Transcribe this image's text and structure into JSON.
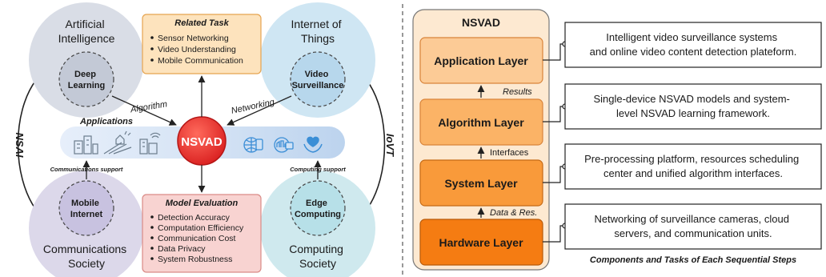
{
  "left": {
    "corners": [
      {
        "outer": [
          "Artificial",
          "Intelligence"
        ],
        "inner": [
          "Deep",
          "Learning"
        ]
      },
      {
        "outer": [
          "Internet of",
          "Things"
        ],
        "inner": [
          "Video",
          "Surveillance"
        ]
      },
      {
        "outer": [
          "Communications",
          "Society"
        ],
        "inner": [
          "Mobile",
          "Internet"
        ]
      },
      {
        "outer": [
          "Computing",
          "Society"
        ],
        "inner": [
          "Edge",
          "Computing"
        ]
      }
    ],
    "related_task": {
      "title": "Related Task",
      "items": [
        "Sensor Networking",
        "Video Understanding",
        "Mobile Communication"
      ]
    },
    "model_evaluation": {
      "title": "Model Evaluation",
      "items": [
        "Detection Accuracy",
        "Computation Efficiency",
        "Communication Cost",
        "Data Privacy",
        "System Robustness"
      ]
    },
    "center": "NSVAD",
    "applications": "Applications",
    "arrow_labels": {
      "algorithm": "Algorithm",
      "networking": "Networking",
      "communications_support": "Communications support",
      "computing_support": "Computing support"
    },
    "side_labels": {
      "left": "NSAI",
      "right": "IoVT"
    }
  },
  "right": {
    "stack_title": "NSVAD",
    "layers": [
      "Application Layer",
      "Algorithm Layer",
      "System Layer",
      "Hardware Layer"
    ],
    "between_labels": [
      "Results",
      "Interfaces",
      "Data & Res."
    ],
    "descriptions": [
      [
        "Intelligent video surveillance systems",
        "and online video content detection plateform."
      ],
      [
        "Single-device NSVAD models and system-",
        "level NSVAD learning framework."
      ],
      [
        "Pre-processing platform, resources scheduling",
        "center and unified algorithm interfaces."
      ],
      [
        "Networking of surveillance cameras, cloud",
        "servers, and communication units."
      ]
    ],
    "caption": "Components and Tasks of Each Sequential Steps"
  },
  "colors": {
    "corner_top_left": "#d9dde6",
    "corner_top_right": "#cfe6f3",
    "corner_bottom_left": "#dcd8ea",
    "corner_bottom_right": "#cfe9ee",
    "task_box": "#fde3bd",
    "eval_box": "#f8d3d1",
    "center_red": "#e8302e",
    "stack_bg": "#fde9d1",
    "layer_1": "#fccb96",
    "layer_2": "#fbb366",
    "layer_3": "#f99a3a",
    "layer_4": "#f57c12",
    "band": "#c9dcf2"
  }
}
